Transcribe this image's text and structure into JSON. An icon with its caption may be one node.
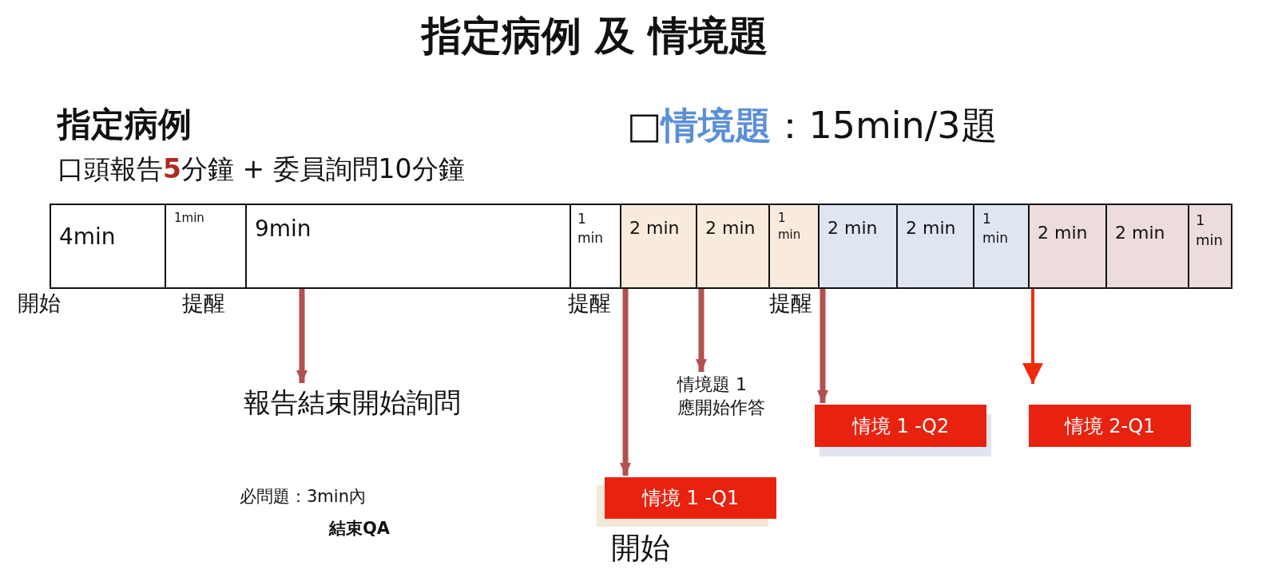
{
  "diagram": {
    "title": "指定病例 及 情境題",
    "nodes": [
      {
        "text": [
          "4min"
        ]
      },
      {
        "text": [
          "1min"
        ]
      },
      {
        "text": [
          "9min"
        ]
      },
      {
        "text": [
          "1 min"
        ]
      },
      {
        "text": [
          "2 min"
        ]
      },
      {
        "text": [
          "2 min"
        ]
      },
      {
        "text": [
          "1 min"
        ]
      },
      {
        "text": [
          "2 min"
        ]
      },
      {
        "text": [
          "2 min"
        ]
      },
      {
        "text": [
          "1 min"
        ]
      },
      {
        "text": [
          "2 min"
        ]
      },
      {
        "text": [
          "2 min"
        ]
      },
      {
        "text": [
          "1 min"
        ]
      },
      {
        "text": [
          "報告結束開始詢問"
        ]
      },
      {
        "text": [
          "情境題 1 應開始作答"
        ]
      },
      {
        "text": [
          "情境 1 -Q1"
        ],
        "beside": [
          "開始"
        ]
      },
      {
        "text": [
          "情境 1 -Q2"
        ]
      },
      {
        "text": [
          "情境 2-Q1"
        ]
      }
    ],
    "edges": [
      {
        "from": 2,
        "to": 13,
        "arrow": "to"
      },
      {
        "from": 3,
        "to": 15,
        "arrow": "to"
      },
      {
        "from": 5,
        "to": 14,
        "arrow": "to"
      },
      {
        "from": 6,
        "to": 16,
        "arrow": "to"
      },
      {
        "from": 9,
        "to": 17,
        "arrow": "to",
        "color": "#f22a0c"
      }
    ],
    "labels": [
      "指定病例",
      "口頭報告**5**分鐘 + 委員詢問10分鐘",
      "□**情境題**：15min/3題",
      "開始",
      "提醒",
      "提醒",
      "提醒",
      "必問題：3min內",
      "結束QA"
    ]
  }
}
